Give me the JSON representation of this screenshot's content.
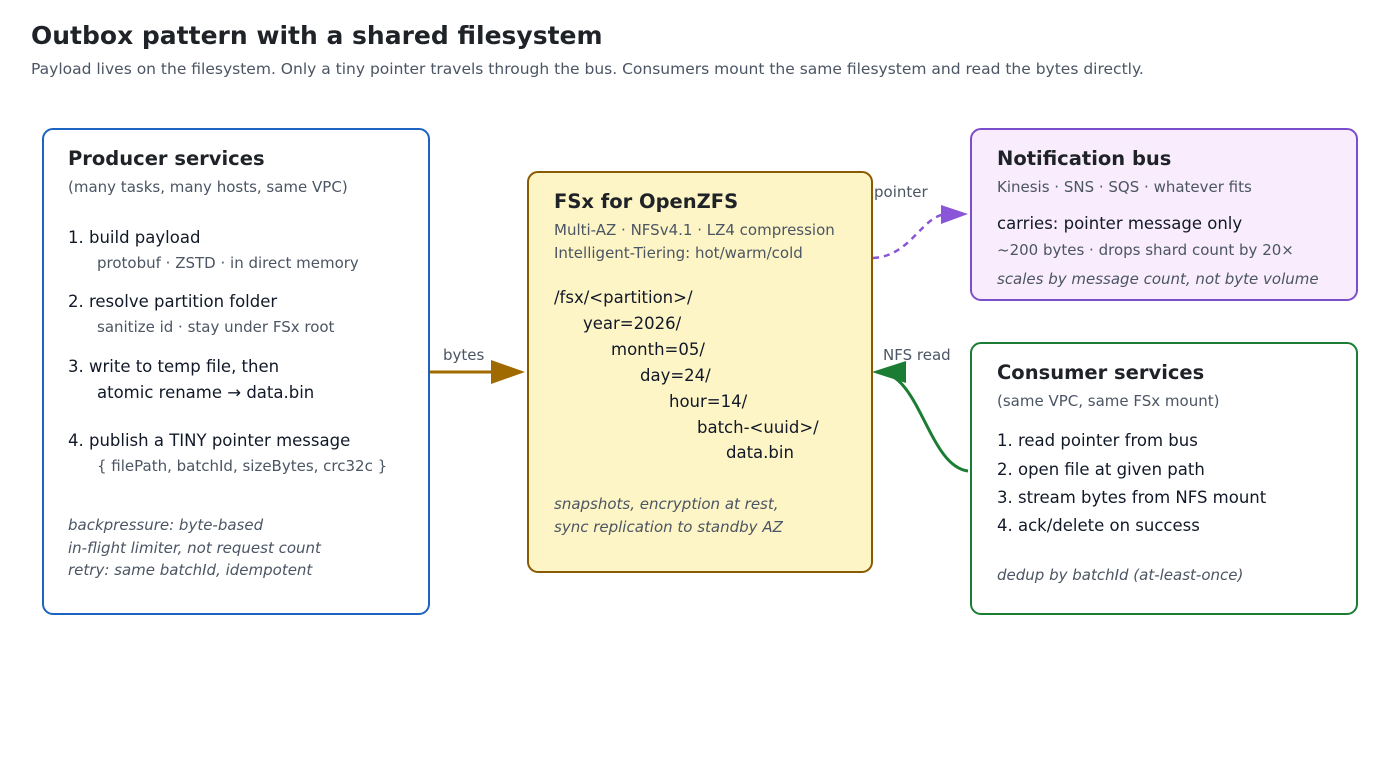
{
  "header": {
    "title": "Outbox pattern with a shared filesystem",
    "subtitle": "Payload lives on the filesystem. Only a tiny pointer travels through the bus. Consumers mount the same filesystem and read the bytes directly."
  },
  "producer": {
    "title": "Producer services",
    "subtitle": "(many tasks, many hosts, same VPC)",
    "steps": [
      {
        "label": "1. build payload",
        "detail": "protobuf · ZSTD · in direct memory"
      },
      {
        "label": "2. resolve partition folder",
        "detail": "sanitize id · stay under FSx root"
      },
      {
        "label": "3. write to temp file, then",
        "detail": "atomic rename → data.bin"
      },
      {
        "label": "4. publish a TINY pointer message",
        "detail": "{ filePath, batchId, sizeBytes, crc32c }"
      }
    ],
    "notes": [
      "backpressure: byte-based",
      "in-flight limiter, not request count",
      "retry: same batchId, idempotent"
    ]
  },
  "fsx": {
    "title": "FSx for OpenZFS",
    "features": [
      "Multi-AZ · NFSv4.1 · LZ4 compression",
      "Intelligent-Tiering: hot/warm/cold"
    ],
    "path": [
      "/fsx/<partition>/",
      "year=2026/",
      "month=05/",
      "day=24/",
      "hour=14/",
      "batch-<uuid>/",
      "data.bin"
    ],
    "notes": [
      "snapshots, encryption at rest,",
      "sync replication to standby AZ"
    ]
  },
  "bus": {
    "title": "Notification bus",
    "subtitle": "Kinesis · SNS · SQS · whatever fits",
    "carries": "carries: pointer message only",
    "size": "~200 bytes · drops shard count by 20×",
    "note": "scales by message count, not byte volume"
  },
  "consumer": {
    "title": "Consumer services",
    "subtitle": "(same VPC, same FSx mount)",
    "steps": [
      "1. read pointer from bus",
      "2. open file at given path",
      "3. stream bytes from NFS mount",
      "4. ack/delete on success"
    ],
    "note": "dedup by batchId (at-least-once)"
  },
  "connectors": {
    "bytes": "bytes",
    "pointer": "pointer",
    "nfs_read": "NFS read"
  },
  "colors": {
    "producer_border": "#1d63c0",
    "fsx_border": "#8a5a00",
    "fsx_fill": "#fdf5c5",
    "bus_border": "#7b4fcc",
    "bus_fill": "#f8ecfd",
    "consumer_border": "#1a7d33",
    "bytes_arrow": "#a06a00",
    "pointer_arrow": "#8a55d8",
    "nfs_arrow": "#1a7d33"
  }
}
